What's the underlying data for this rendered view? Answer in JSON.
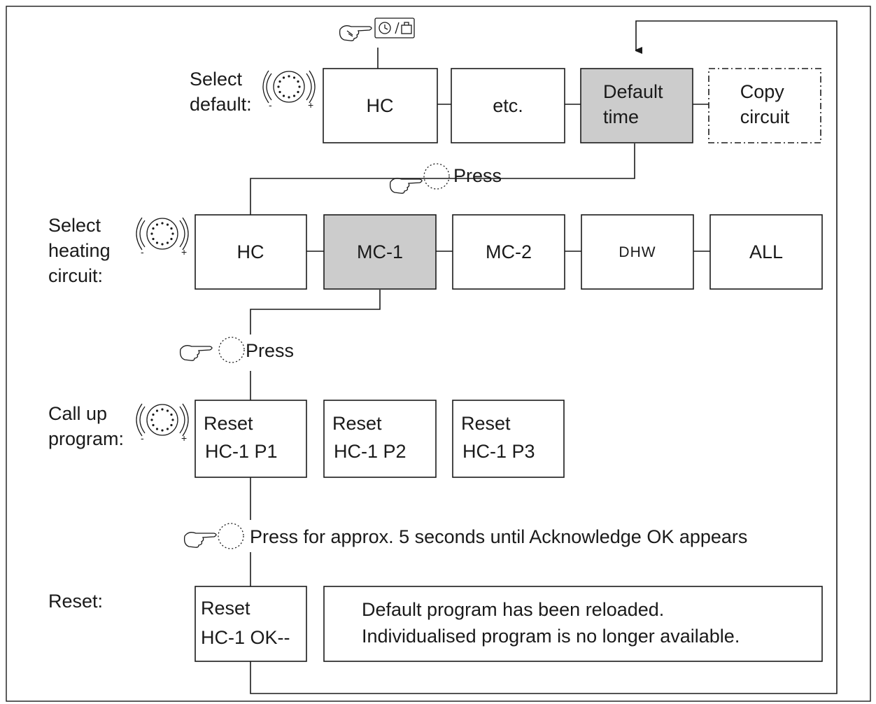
{
  "flow": {
    "row1": {
      "label": [
        "Select",
        "default:"
      ],
      "knob": {
        "minus": "-",
        "plus": "+"
      },
      "button_icon": "hand-pointer-clock-suitcase-button-icon",
      "boxes": [
        {
          "lines": [
            "HC"
          ],
          "selected": false
        },
        {
          "lines": [
            "etc."
          ],
          "selected": false
        },
        {
          "lines": [
            "Default",
            "time"
          ],
          "selected": true
        },
        {
          "lines": [
            "Copy",
            "circuit"
          ],
          "selected": false,
          "dashed": true
        }
      ]
    },
    "press1": "Press",
    "row2": {
      "label": [
        "Select",
        "heating",
        "circuit:"
      ],
      "knob": {
        "minus": "-",
        "plus": "+"
      },
      "boxes": [
        {
          "lines": [
            "HC"
          ],
          "selected": false
        },
        {
          "lines": [
            "MC-1"
          ],
          "selected": true
        },
        {
          "lines": [
            "MC-2"
          ],
          "selected": false
        },
        {
          "lines": [
            "DHW"
          ],
          "selected": false,
          "small": true
        },
        {
          "lines": [
            "ALL"
          ],
          "selected": false
        }
      ]
    },
    "press2": "Press",
    "row3": {
      "label": [
        "Call up",
        "program:"
      ],
      "knob": {
        "minus": "-",
        "plus": "+"
      },
      "boxes": [
        {
          "lines": [
            "Reset",
            "HC-1 P1"
          ]
        },
        {
          "lines": [
            "Reset",
            "HC-1 P2"
          ]
        },
        {
          "lines": [
            "Reset",
            "HC-1 P3"
          ]
        }
      ]
    },
    "press3": "Press for approx. 5 seconds until Acknowledge OK appears",
    "row4": {
      "label": [
        "Reset:"
      ],
      "box": {
        "lines": [
          "Reset",
          "HC-1 OK--"
        ]
      },
      "message": [
        "Default program has been reloaded.",
        "Individualised program is no longer available."
      ]
    }
  },
  "colors": {
    "selected_fill": "#cccccc",
    "line": "#1a1a1a",
    "background": "#ffffff"
  }
}
